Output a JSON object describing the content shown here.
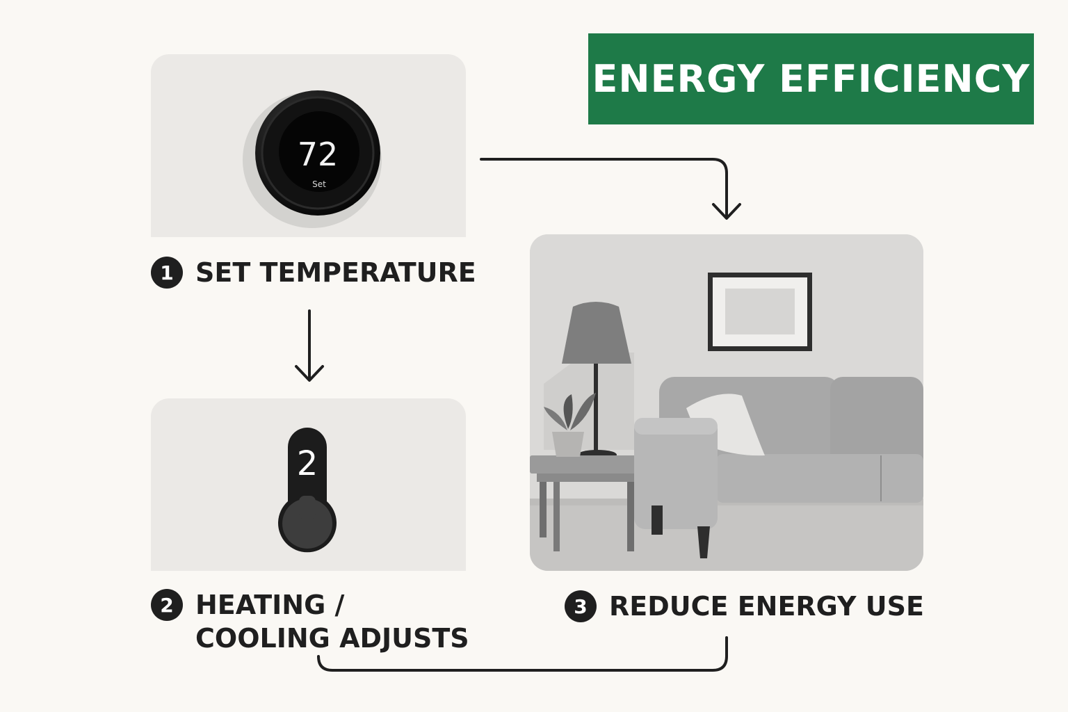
{
  "title": "ENERGY EFFICIENCY",
  "colors": {
    "banner": "#1e7a48",
    "background": "#faf8f4",
    "text": "#1f1f1f"
  },
  "thermostat": {
    "temperature": "72",
    "set_label": "Set"
  },
  "gauge": {
    "number": "2"
  },
  "steps": [
    {
      "number": "1",
      "label": "SET TEMPERATURE"
    },
    {
      "number": "2",
      "label": "HEATING / COOLING ADJUSTS"
    },
    {
      "number": "3",
      "label": "REDUCE ENERGY USE"
    }
  ]
}
